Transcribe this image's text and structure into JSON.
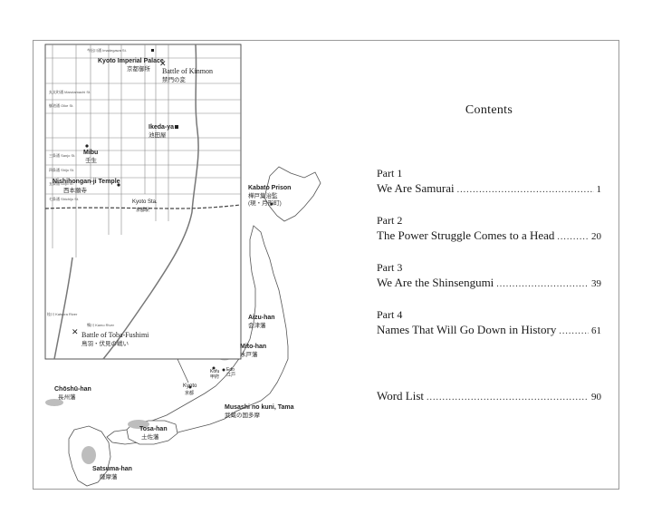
{
  "contents": {
    "title": "Contents",
    "entries": [
      {
        "part": "Part 1",
        "title": "We Are Samurai",
        "page": "1"
      },
      {
        "part": "Part 2",
        "title": "The Power Struggle Comes to a Head",
        "page": "20"
      },
      {
        "part": "Part 3",
        "title": "We Are the Shinsengumi",
        "page": "39"
      },
      {
        "part": "Part 4",
        "title": "Names That Will Go Down in History",
        "page": "61"
      }
    ],
    "word_list": {
      "title": "Word List",
      "page": "90"
    }
  },
  "map": {
    "kyoto_inset": {
      "imperial_palace": {
        "en": "Kyoto Imperial Palace",
        "jp": "京都御所"
      },
      "kinmon": {
        "en": "Battle of Kinmon",
        "jp": "禁門の変"
      },
      "ikedaya": {
        "en": "Ikeda-ya",
        "jp": "池田屋"
      },
      "mibu": {
        "en": "Mibu",
        "jp": "壬生"
      },
      "nishihonganji": {
        "en": "Nishihongan-ji Temple",
        "jp": "西本願寺"
      },
      "kyoto_sta": {
        "en": "Kyoto Sta.",
        "jp": "京都駅"
      },
      "toba_fushimi": {
        "en": "Battle of Toba-Fushimi",
        "jp": "鳥羽・伏見の戦い"
      },
      "streets": [
        "今出川通 Imadegawa St.",
        "丸太町通 Marutamachi St.",
        "御池通 Oike St.",
        "三条通 Sanjo St.",
        "四条通 Shijo St.",
        "五条通 Gojo St.",
        "七条通 Shichijo St.",
        "鴨川 Kamo River",
        "桂川 Katsura River"
      ]
    },
    "regions": {
      "kabato": {
        "en": "Kabato Prison",
        "jp": "樺戸集治監",
        "jp2": "(現・月形町)"
      },
      "aizu": {
        "en": "Aizu-han",
        "jp": "会津藩"
      },
      "mito": {
        "en": "Mito-han",
        "jp": "水戸藩"
      },
      "kofu": {
        "en": "Kofu",
        "jp": "甲府"
      },
      "edo": {
        "en": "Edo",
        "jp": "江戸"
      },
      "kyoto": {
        "en": "Kyoto",
        "jp": "京都"
      },
      "musashi": {
        "en": "Musashi no kuni, Tama",
        "jp": "武蔵の国多摩"
      },
      "choshu": {
        "en": "Chōshū-han",
        "jp": "長州藩"
      },
      "tosa": {
        "en": "Tosa-han",
        "jp": "土佐藩"
      },
      "satsuma": {
        "en": "Satsuma-han",
        "jp": "薩摩藩"
      }
    }
  }
}
